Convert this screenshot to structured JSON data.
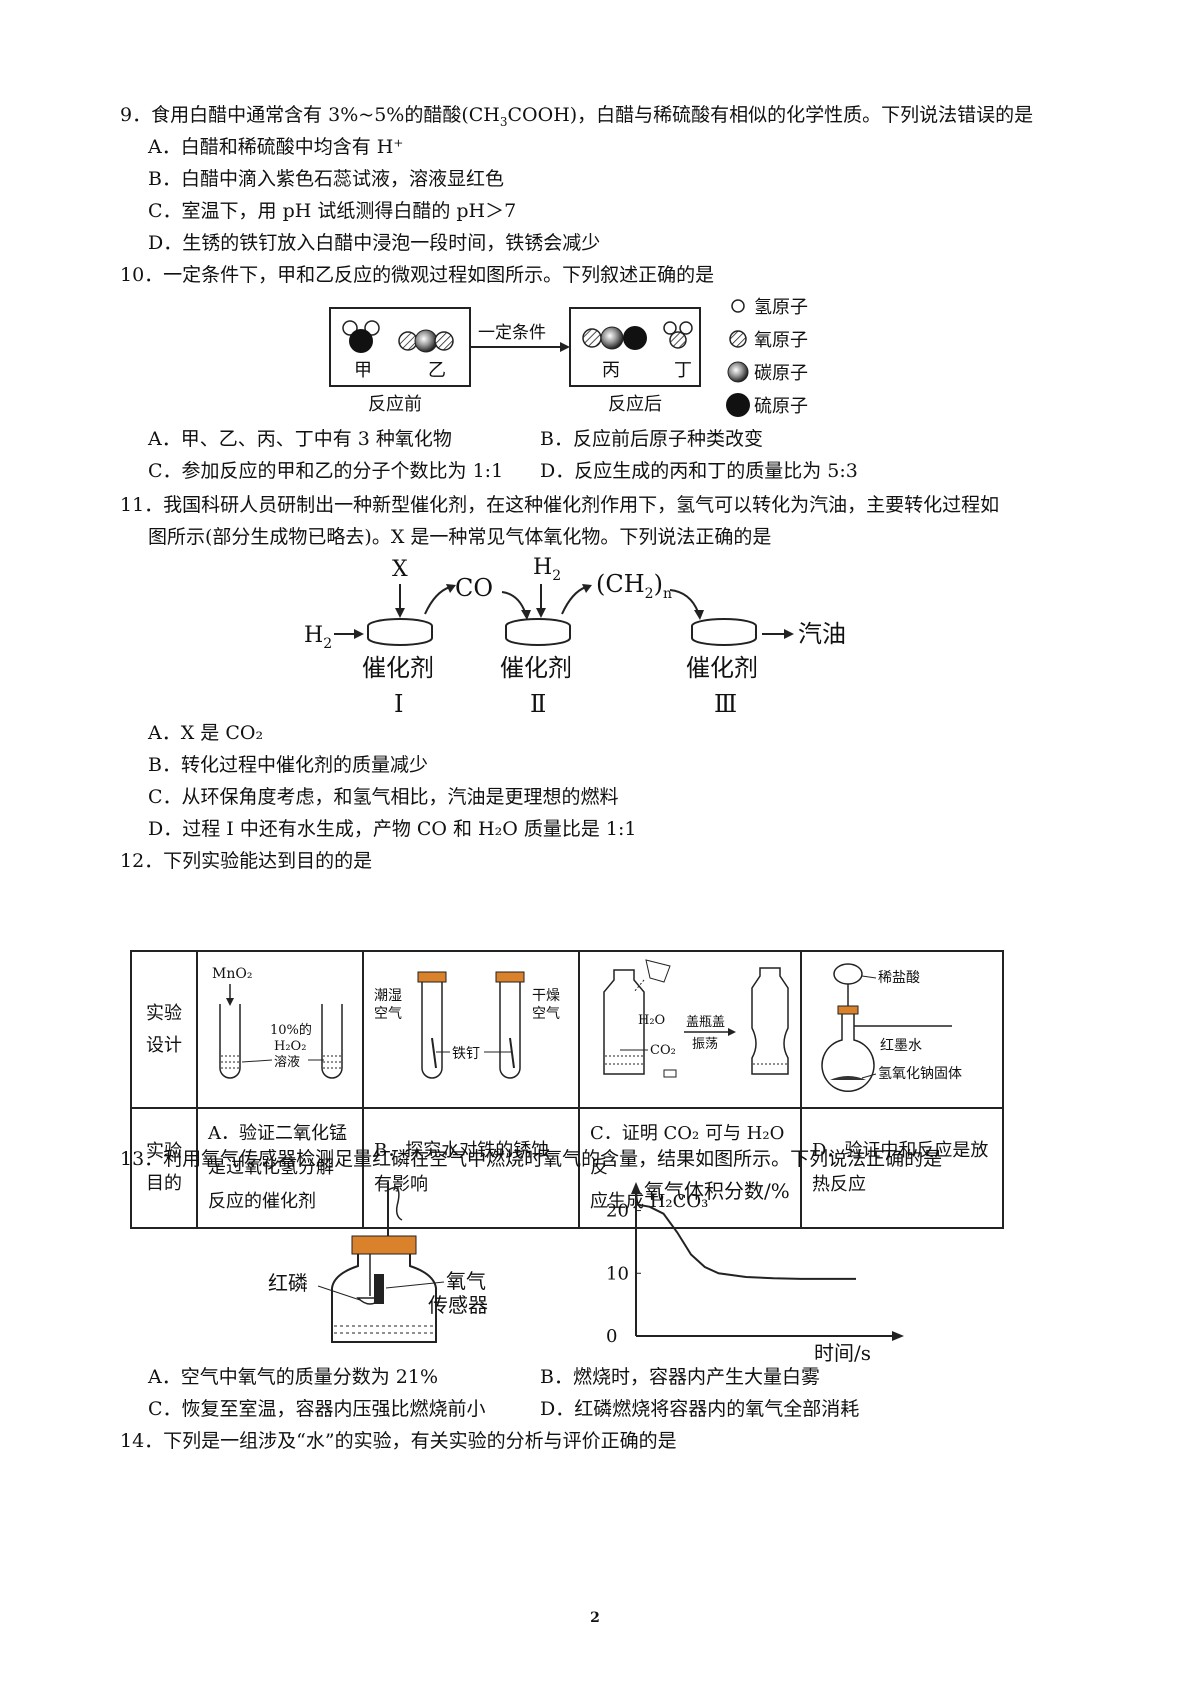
{
  "q9": {
    "stem_a": "9．食用白醋中通常含有 3%~5%的醋酸(CH",
    "stem_sub": "3",
    "stem_b": "COOH)，白醋与稀硫酸有相似的化学性质。下列说法错误的是",
    "options": [
      "A．白醋和稀硫酸中均含有 H⁺",
      "B．白醋中滴入紫色石蕊试液，溶液显红色",
      "C．室温下，用 pH 试纸测得白醋的 pH＞7",
      "D．生锈的铁钉放入白醋中浸泡一段时间，铁锈会减少"
    ]
  },
  "q10": {
    "stem": "10．一定条件下，甲和乙反应的微观过程如图所示。下列叙述正确的是",
    "diagram": {
      "arrow_label": "一定条件",
      "before_caption": "反应前",
      "after_caption": "反应后",
      "labels": [
        "甲",
        "乙",
        "丙",
        "丁"
      ],
      "legend": [
        "氢原子",
        "氧原子",
        "碳原子",
        "硫原子"
      ]
    },
    "options": [
      "A．甲、乙、丙、丁中有 3 种氧化物",
      "B．反应前后原子种类改变",
      "C．参加反应的甲和乙的分子个数比为 1:1",
      "D．反应生成的丙和丁的质量比为 5:3"
    ]
  },
  "q11": {
    "stem_line1": "11．我国科研人员研制出一种新型催化剂，在这种催化剂作用下，氢气可以转化为汽油，主要转化过程如",
    "stem_line2": "图所示(部分生成物已略去)。X 是一种常见气体氧化物。下列说法正确的是",
    "diagram": {
      "x": "X",
      "co": "CO",
      "h2": "H",
      "h2_sub": "2",
      "ch2": "(CH",
      "ch2_sub": "2",
      "ch2_close": ")",
      "ch2_n": "n",
      "product": "汽油",
      "catalyst": "催化剂",
      "numerals": [
        "Ⅰ",
        "Ⅱ",
        "Ⅲ"
      ]
    },
    "options": [
      "A．X 是 CO₂",
      "B．转化过程中催化剂的质量减少",
      "C．从环保角度考虑，和氢气相比，汽油是更理想的燃料",
      "D．过程 I 中还有水生成，产物 CO 和 H₂O 质量比是 1:1"
    ]
  },
  "q12": {
    "stem": "12．下列实验能达到目的的是",
    "row1_header": [
      "实验",
      "设计"
    ],
    "row2_header": [
      "实验",
      "目的"
    ],
    "labels": {
      "mno2": "MnO₂",
      "h2o2": "10%的",
      "h2o2_b": "H₂O₂",
      "h2o2_c": "溶液",
      "wet": "潮湿",
      "wet2": "空气",
      "dry": "干燥",
      "dry2": "空气",
      "nail": "铁钉",
      "water": "H₂O",
      "co2": "CO₂",
      "shake1": "盖瓶盖",
      "shake2": "振荡",
      "hcl": "稀盐酸",
      "ink": "红墨水",
      "naoh": "氢氧化钠固体"
    },
    "goals": [
      [
        "A．验证二氧化锰",
        "是过氧化氢分解",
        "反应的催化剂"
      ],
      [
        "B．探究水对铁的锈蚀",
        "有影响"
      ],
      [
        "C．证明 CO₂ 可与 H₂O 反",
        "应生成 H₂CO₃"
      ],
      [
        "D．验证中和反应是放",
        "热反应"
      ]
    ]
  },
  "q13": {
    "stem": "13．利用氧气传感器检测足量红磷在空气中燃烧时氧气的含量，结果如图所示。下列说法正确的是",
    "apparatus": {
      "phosphorus": "红磷",
      "sensor1": "氧气",
      "sensor2": "传感器"
    },
    "chart_data": {
      "type": "line",
      "ylabel": "氧气体积分数/%",
      "xlabel": "时间/s",
      "yticks": [
        "20",
        "10",
        "0"
      ],
      "ylim": [
        0,
        22
      ],
      "x": [
        0,
        1,
        2,
        3,
        4,
        5,
        6,
        8,
        10,
        12,
        16
      ],
      "y": [
        21,
        20.6,
        19.5,
        16.5,
        13,
        11,
        10,
        9.4,
        9.2,
        9.1,
        9.1
      ]
    },
    "options": [
      "A．空气中氧气的质量分数为 21%",
      "B．燃烧时，容器内产生大量白雾",
      "C．恢复至室温，容器内压强比燃烧前小",
      "D．红磷燃烧将容器内的氧气全部消耗"
    ]
  },
  "q14": {
    "stem": "14．下列是一组涉及“水”的实验，有关实验的分析与评价正确的是"
  },
  "page_number": "2"
}
